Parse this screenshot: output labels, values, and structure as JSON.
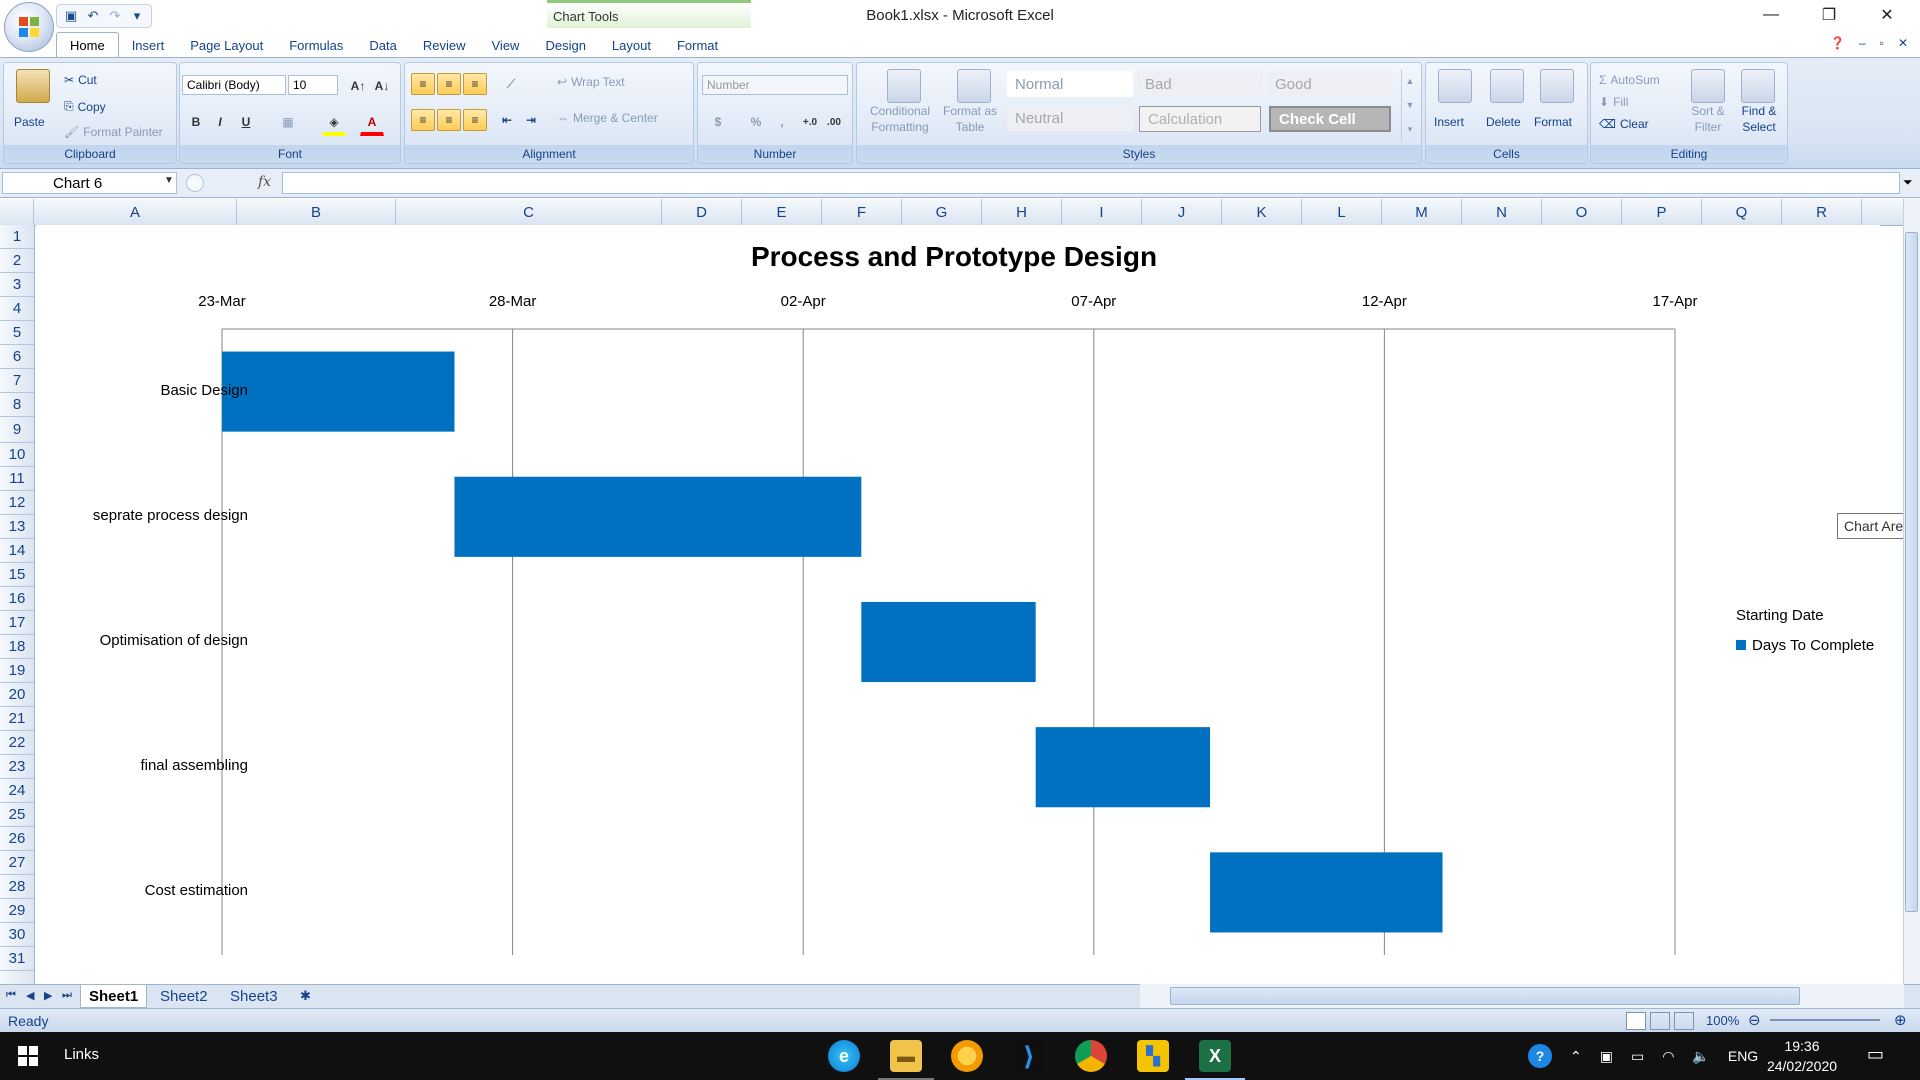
{
  "window": {
    "title": "Book1.xlsx - Microsoft Excel",
    "context_tab": "Chart Tools"
  },
  "ribbon_tabs": [
    "Home",
    "Insert",
    "Page Layout",
    "Formulas",
    "Data",
    "Review",
    "View",
    "Design",
    "Layout",
    "Format"
  ],
  "ribbon": {
    "clipboard": {
      "paste": "Paste",
      "cut": "Cut",
      "copy": "Copy",
      "format_painter": "Format Painter",
      "label": "Clipboard"
    },
    "font": {
      "name": "Calibri (Body)",
      "size": "10",
      "label": "Font",
      "bold": "B",
      "italic": "I",
      "underline": "U"
    },
    "alignment": {
      "wrap_text": "Wrap Text",
      "merge_center": "Merge & Center",
      "label": "Alignment"
    },
    "number": {
      "format": "Number",
      "percent": "%",
      "comma": ",",
      "label": "Number"
    },
    "styles": {
      "conditional": "Conditional Formatting",
      "format_as_table": "Format as Table",
      "normal": "Normal",
      "bad": "Bad",
      "good": "Good",
      "neutral": "Neutral",
      "calculation": "Calculation",
      "check_cell": "Check Cell",
      "label": "Styles"
    },
    "cells": {
      "insert": "Insert",
      "delete": "Delete",
      "format": "Format",
      "label": "Cells"
    },
    "editing": {
      "autosum": "AutoSum",
      "fill": "Fill",
      "clear": "Clear",
      "sort_filter": "Sort & Filter",
      "find_select": "Find & Select",
      "label": "Editing"
    }
  },
  "formula_bar": {
    "name_box": "Chart 6",
    "fx": "fx",
    "formula": ""
  },
  "columns": [
    "A",
    "B",
    "C",
    "D",
    "E",
    "F",
    "G",
    "H",
    "I",
    "J",
    "K",
    "L",
    "M",
    "N",
    "O",
    "P",
    "Q",
    "R"
  ],
  "rows": [
    "1",
    "2",
    "3",
    "4",
    "5",
    "6",
    "7",
    "8",
    "9",
    "10",
    "11",
    "12",
    "13",
    "14",
    "15",
    "16",
    "17",
    "18",
    "19",
    "20",
    "21",
    "22",
    "23",
    "24",
    "25",
    "26",
    "27",
    "28",
    "29",
    "30",
    "31"
  ],
  "chart_data": {
    "type": "bar",
    "orientation": "horizontal",
    "stacked": true,
    "title": "Process and Prototype Design",
    "x_axis_position": "top",
    "x_ticks": [
      "23-Mar",
      "28-Mar",
      "02-Apr",
      "07-Apr",
      "12-Apr",
      "17-Apr"
    ],
    "xlim": [
      "2020-03-23",
      "2020-04-17"
    ],
    "categories": [
      "Basic Design",
      "seprate process design",
      "Optimisation of design",
      "final assembling",
      "Cost estimation"
    ],
    "series": [
      {
        "name": "Starting Date",
        "values": [
          "2020-03-23",
          "2020-03-27",
          "2020-04-03",
          "2020-04-06",
          "2020-04-09"
        ],
        "visible": false
      },
      {
        "name": "Days To Complete",
        "values": [
          4,
          7,
          3,
          3,
          4
        ],
        "color": "#0070c0"
      }
    ],
    "grid": "vertical",
    "legend": "right"
  },
  "tooltip": "Chart Area",
  "sheets": [
    "Sheet1",
    "Sheet2",
    "Sheet3"
  ],
  "status": {
    "text": "Ready",
    "zoom": "100%"
  },
  "taskbar": {
    "links": "Links",
    "language": "ENG",
    "time": "19:36",
    "date": "24/02/2020"
  }
}
